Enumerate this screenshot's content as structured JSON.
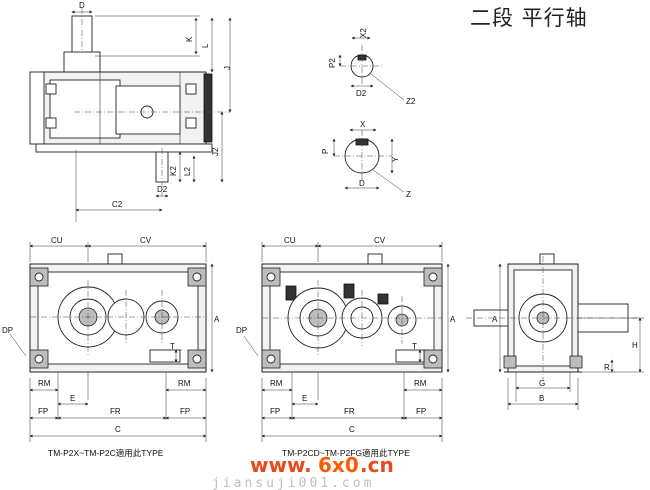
{
  "title": "二段 平行轴",
  "top_view_labels": {
    "D": "D",
    "K": "K",
    "L": "L",
    "J": "J",
    "J2": "J2",
    "K2": "K2",
    "L2": "L2",
    "D2": "D2",
    "C2": "C2"
  },
  "shaft_section_small": {
    "X2": "X2",
    "P2": "P2",
    "D2": "D2",
    "Z2": "Z2"
  },
  "shaft_section_large": {
    "X": "X",
    "P": "P",
    "Y": "Y",
    "D": "D",
    "Z": "Z"
  },
  "front_view_1": {
    "CU": "CU",
    "CV": "CV",
    "A": "A",
    "DP": "DP",
    "T": "T",
    "RM_left": "RM",
    "RM_right": "RM",
    "E": "E",
    "FP_left": "FP",
    "FR": "FR",
    "FP_right": "FP",
    "C": "C",
    "caption": "TM-P2X~TM-P2C適用此TYPE"
  },
  "front_view_2": {
    "CU": "CU",
    "CV": "CV",
    "A": "A",
    "DP": "DP",
    "T": "T",
    "RM_left": "RM",
    "RM_right": "RM",
    "E": "E",
    "FP_left": "FP",
    "FR": "FR",
    "FP_right": "FP",
    "C": "C",
    "caption": "TM-P2CD~TM-P2FG適用此TYPE"
  },
  "side_view": {
    "A": "A",
    "H": "H",
    "R": "R",
    "G": "G",
    "B": "B"
  },
  "watermark": {
    "brand_a": "www.",
    "brand_b": "6x0",
    "brand_c": ".cn",
    "sub": "jiansuji001.com"
  }
}
